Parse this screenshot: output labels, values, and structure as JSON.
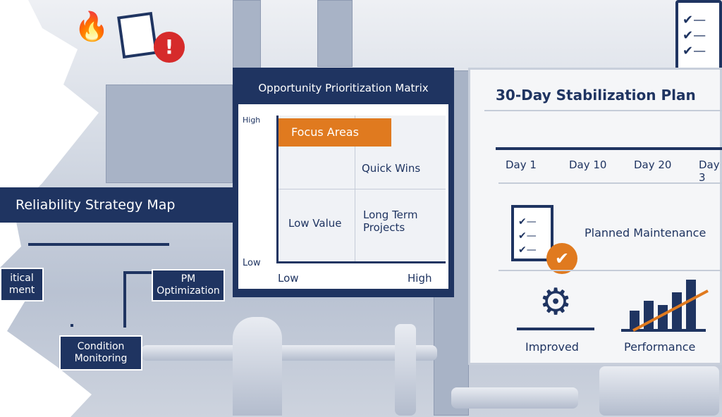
{
  "strategy_map": {
    "title": "Reliability Strategy Map",
    "nodes": {
      "critical": "itical\nment",
      "pm": "PM\nOptimization",
      "condition": "Condition\nMonitoring"
    }
  },
  "matrix": {
    "title": "Opportunity Prioritization Matrix",
    "y_high": "High",
    "y_low": "Low",
    "x_low": "Low",
    "x_high": "High",
    "focus": "Focus Areas",
    "quick_wins": "Quick Wins",
    "low_value": "Low Value",
    "long_term": "Long Term Projects"
  },
  "plan": {
    "title": "30-Day Stabilization Plan",
    "days": [
      "Day 1",
      "Day 10",
      "Day 20",
      "Day 3"
    ],
    "planned": "Planned Maintenance",
    "improved": "Improved",
    "performance": "Performance"
  },
  "colors": {
    "navy": "#1f3461",
    "orange": "#e07a1f",
    "red": "#d62b2b"
  }
}
